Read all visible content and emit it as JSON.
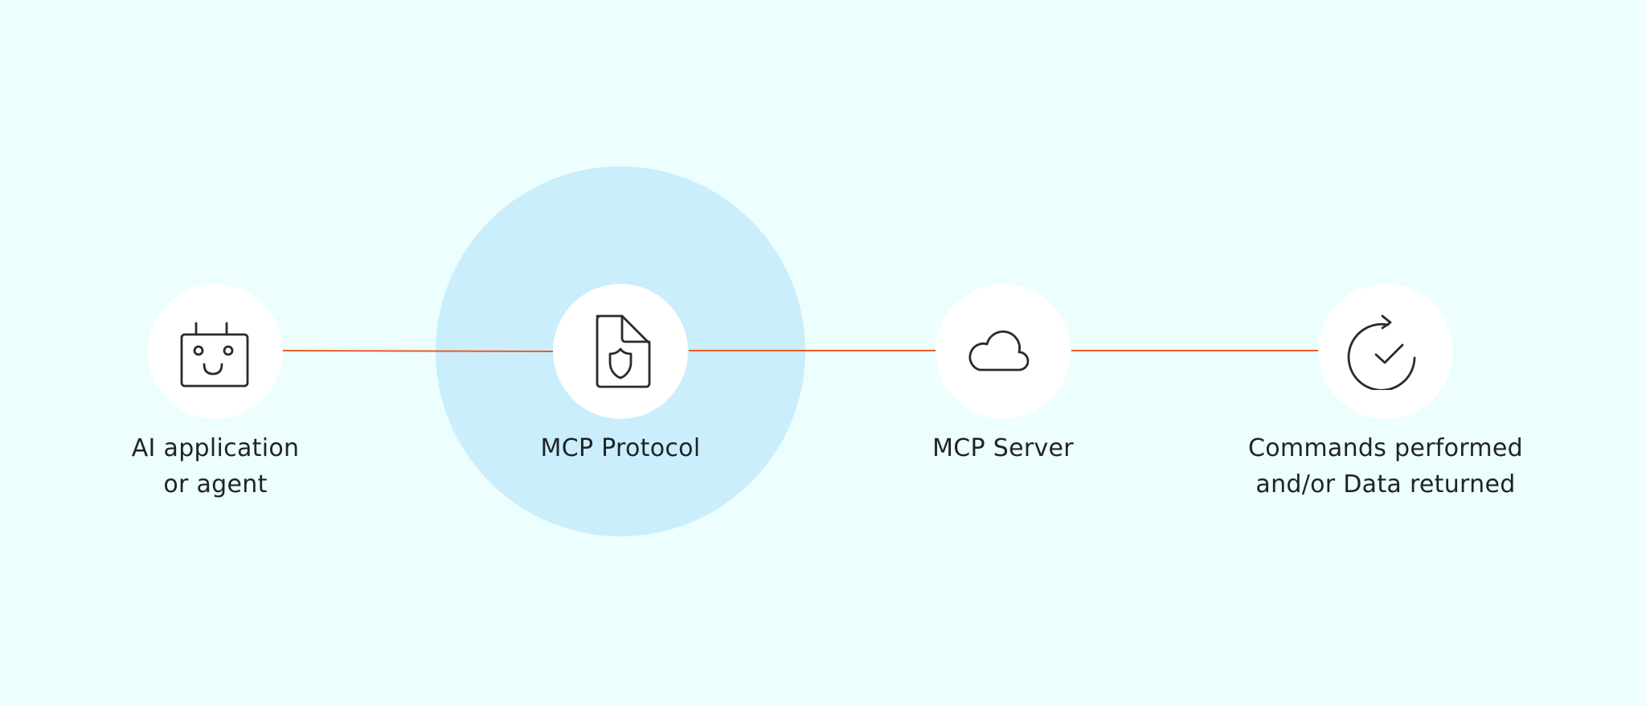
{
  "diagram": {
    "nodes": [
      {
        "id": "ai-application",
        "icon": "robot-icon",
        "label_lines": [
          "AI application",
          "or agent"
        ]
      },
      {
        "id": "mcp-protocol",
        "icon": "secure-document-icon",
        "label_lines": [
          "MCP Protocol"
        ]
      },
      {
        "id": "mcp-server",
        "icon": "cloud-icon",
        "label_lines": [
          "MCP Server"
        ]
      },
      {
        "id": "result",
        "icon": "refresh-check-icon",
        "label_lines": [
          "Commands performed",
          "and/or Data returned"
        ]
      }
    ],
    "edges": [
      {
        "from": "ai-application",
        "to": "mcp-protocol",
        "arrowhead": false
      },
      {
        "from": "mcp-protocol",
        "to": "mcp-server",
        "arrowhead": true
      },
      {
        "from": "mcp-server",
        "to": "result",
        "arrowhead": true
      }
    ],
    "colors": {
      "background": "#ECFEFD",
      "highlight_halo": "#CAEEFB",
      "node_fill": "#FFFFFF",
      "connector": "#EE5A24",
      "icon_stroke": "#2A2A2A",
      "label_text": "#1F2328"
    }
  }
}
